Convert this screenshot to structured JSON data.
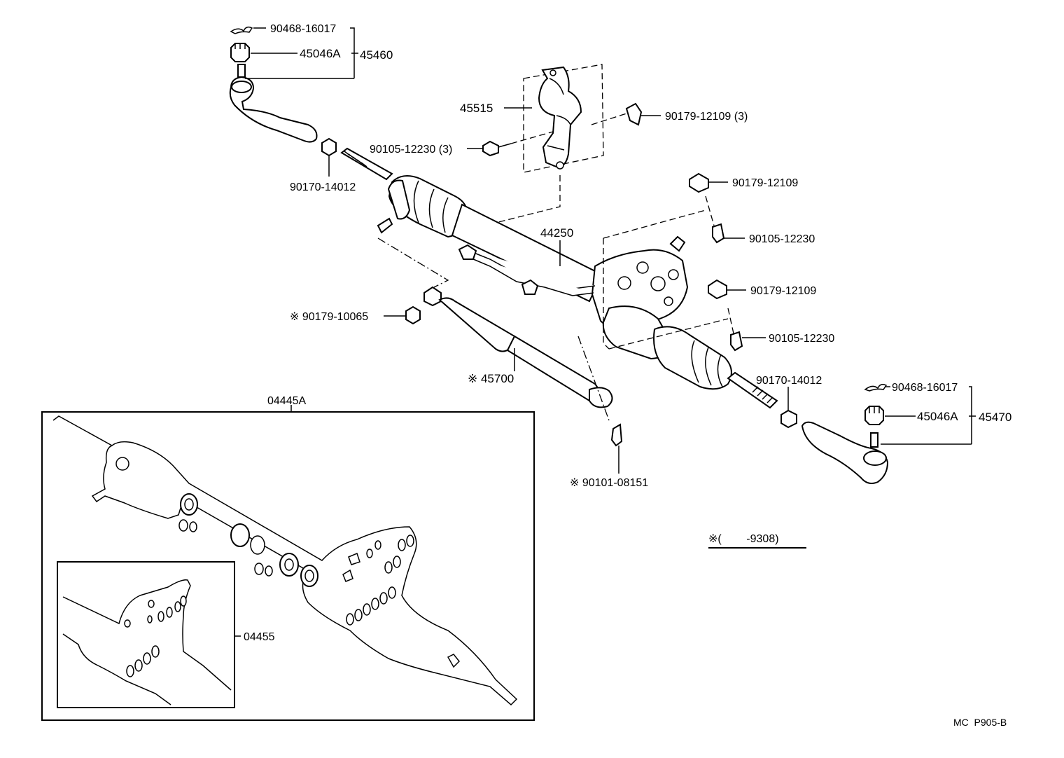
{
  "labels": {
    "cotter_pin_left": "90468-16017",
    "castle_nut_left": "45046A",
    "tie_rod_end_left_assy": "45460",
    "bracket": "45515",
    "bracket_clip": "90179-12109 (3)",
    "bracket_bolt": "90105-12230 (3)",
    "lock_nut_left": "90170-14012",
    "clip_upper": "90179-12109",
    "bolt_upper": "90105-12230",
    "gear_assy": "44250",
    "clip_mid": "90179-12109",
    "bolt_mid": "90105-12230",
    "nut_damper": "※ 90179-10065",
    "damper": "※ 45700",
    "lock_nut_right": "90170-14012",
    "cotter_pin_right": "90468-16017",
    "castle_nut_right": "45046A",
    "tie_rod_end_right_assy": "45470",
    "damper_bolt": "※ 90101-08151",
    "gasket_kit": "04445A",
    "seal_kit": "04455",
    "note": "※(        -9308)",
    "code": "MC  P905-B"
  }
}
